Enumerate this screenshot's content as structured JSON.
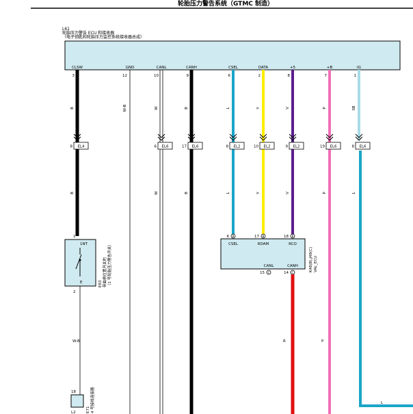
{
  "header": {
    "title": "轮胎压力警告系统（GTMC 制造）"
  },
  "ecu": {
    "ref": "L61",
    "name": "轮胎压力警告 ECU 和接收器",
    "subtitle": "（电子钥匙和轮胎压力监控系统接收器总成）"
  },
  "ecu_pins": [
    {
      "label": "CLSW",
      "num": "3"
    },
    {
      "label": "GND",
      "num": "12"
    },
    {
      "label": "CANL",
      "num": "10"
    },
    {
      "label": "CANH",
      "num": "9"
    },
    {
      "label": "CSEL",
      "num": "6"
    },
    {
      "label": "DATA",
      "num": "2"
    },
    {
      "label": "+5",
      "num": "8"
    },
    {
      "label": "+B",
      "num": "7"
    },
    {
      "label": "IG",
      "num": "1"
    }
  ],
  "upper_wire_codes": [
    "B",
    "W-B",
    "W",
    "B",
    "L",
    "Y",
    "V",
    "P",
    "SB"
  ],
  "connectors": [
    {
      "num": "8",
      "code": "EL4"
    },
    {
      "num": "6",
      "code": "EL6"
    },
    {
      "num": "17",
      "code": "EL6"
    },
    {
      "num": "8",
      "code": "EL2"
    },
    {
      "num": "10",
      "code": "EL2"
    },
    {
      "num": "9",
      "code": "EL2"
    },
    {
      "num": "19",
      "code": "EL6"
    },
    {
      "num": "8",
      "code": "EL6"
    }
  ],
  "lower_wire_codes": [
    "B",
    "W",
    "B",
    "L",
    "Y",
    "V",
    "P",
    "L"
  ],
  "switch": {
    "label": "1NT",
    "pin_top": "1",
    "pin_bottom": "2",
    "terminal": "E",
    "ref": "E83",
    "name_line1": "带曲柄位置开关的",
    "name_line2": "（1 号轮胎压力警告开关）"
  },
  "receiver": {
    "pin_csel": "6",
    "pin_rdam": "17",
    "pin_rco": "18",
    "csel": "CSEL",
    "rdam": "RDAM",
    "rco": "RCO",
    "canl": "CANL",
    "canh": "CANH",
    "pin_canl": "15",
    "pin_canh": "14",
    "ref_line1": "K48(B),J48(C)",
    "ref_line2": "VAL_ECU"
  },
  "lower_codes": {
    "switch_out": "W-B",
    "canh_out": "R",
    "pink_out": "P",
    "cyan_out": "L"
  },
  "bottom_comp": {
    "pin_top": "18",
    "pin_bottom": "L2",
    "ref": "E71",
    "name": "4 号接线连接器"
  },
  "colors": {
    "black": "#000000",
    "cyan": "#1aa5c8",
    "yellow": "#ffec00",
    "purple": "#5a1e8c",
    "pink": "#f070b8",
    "lightblue": "#a8dce8",
    "red": "#e01010",
    "box": "#cfeaf0"
  }
}
